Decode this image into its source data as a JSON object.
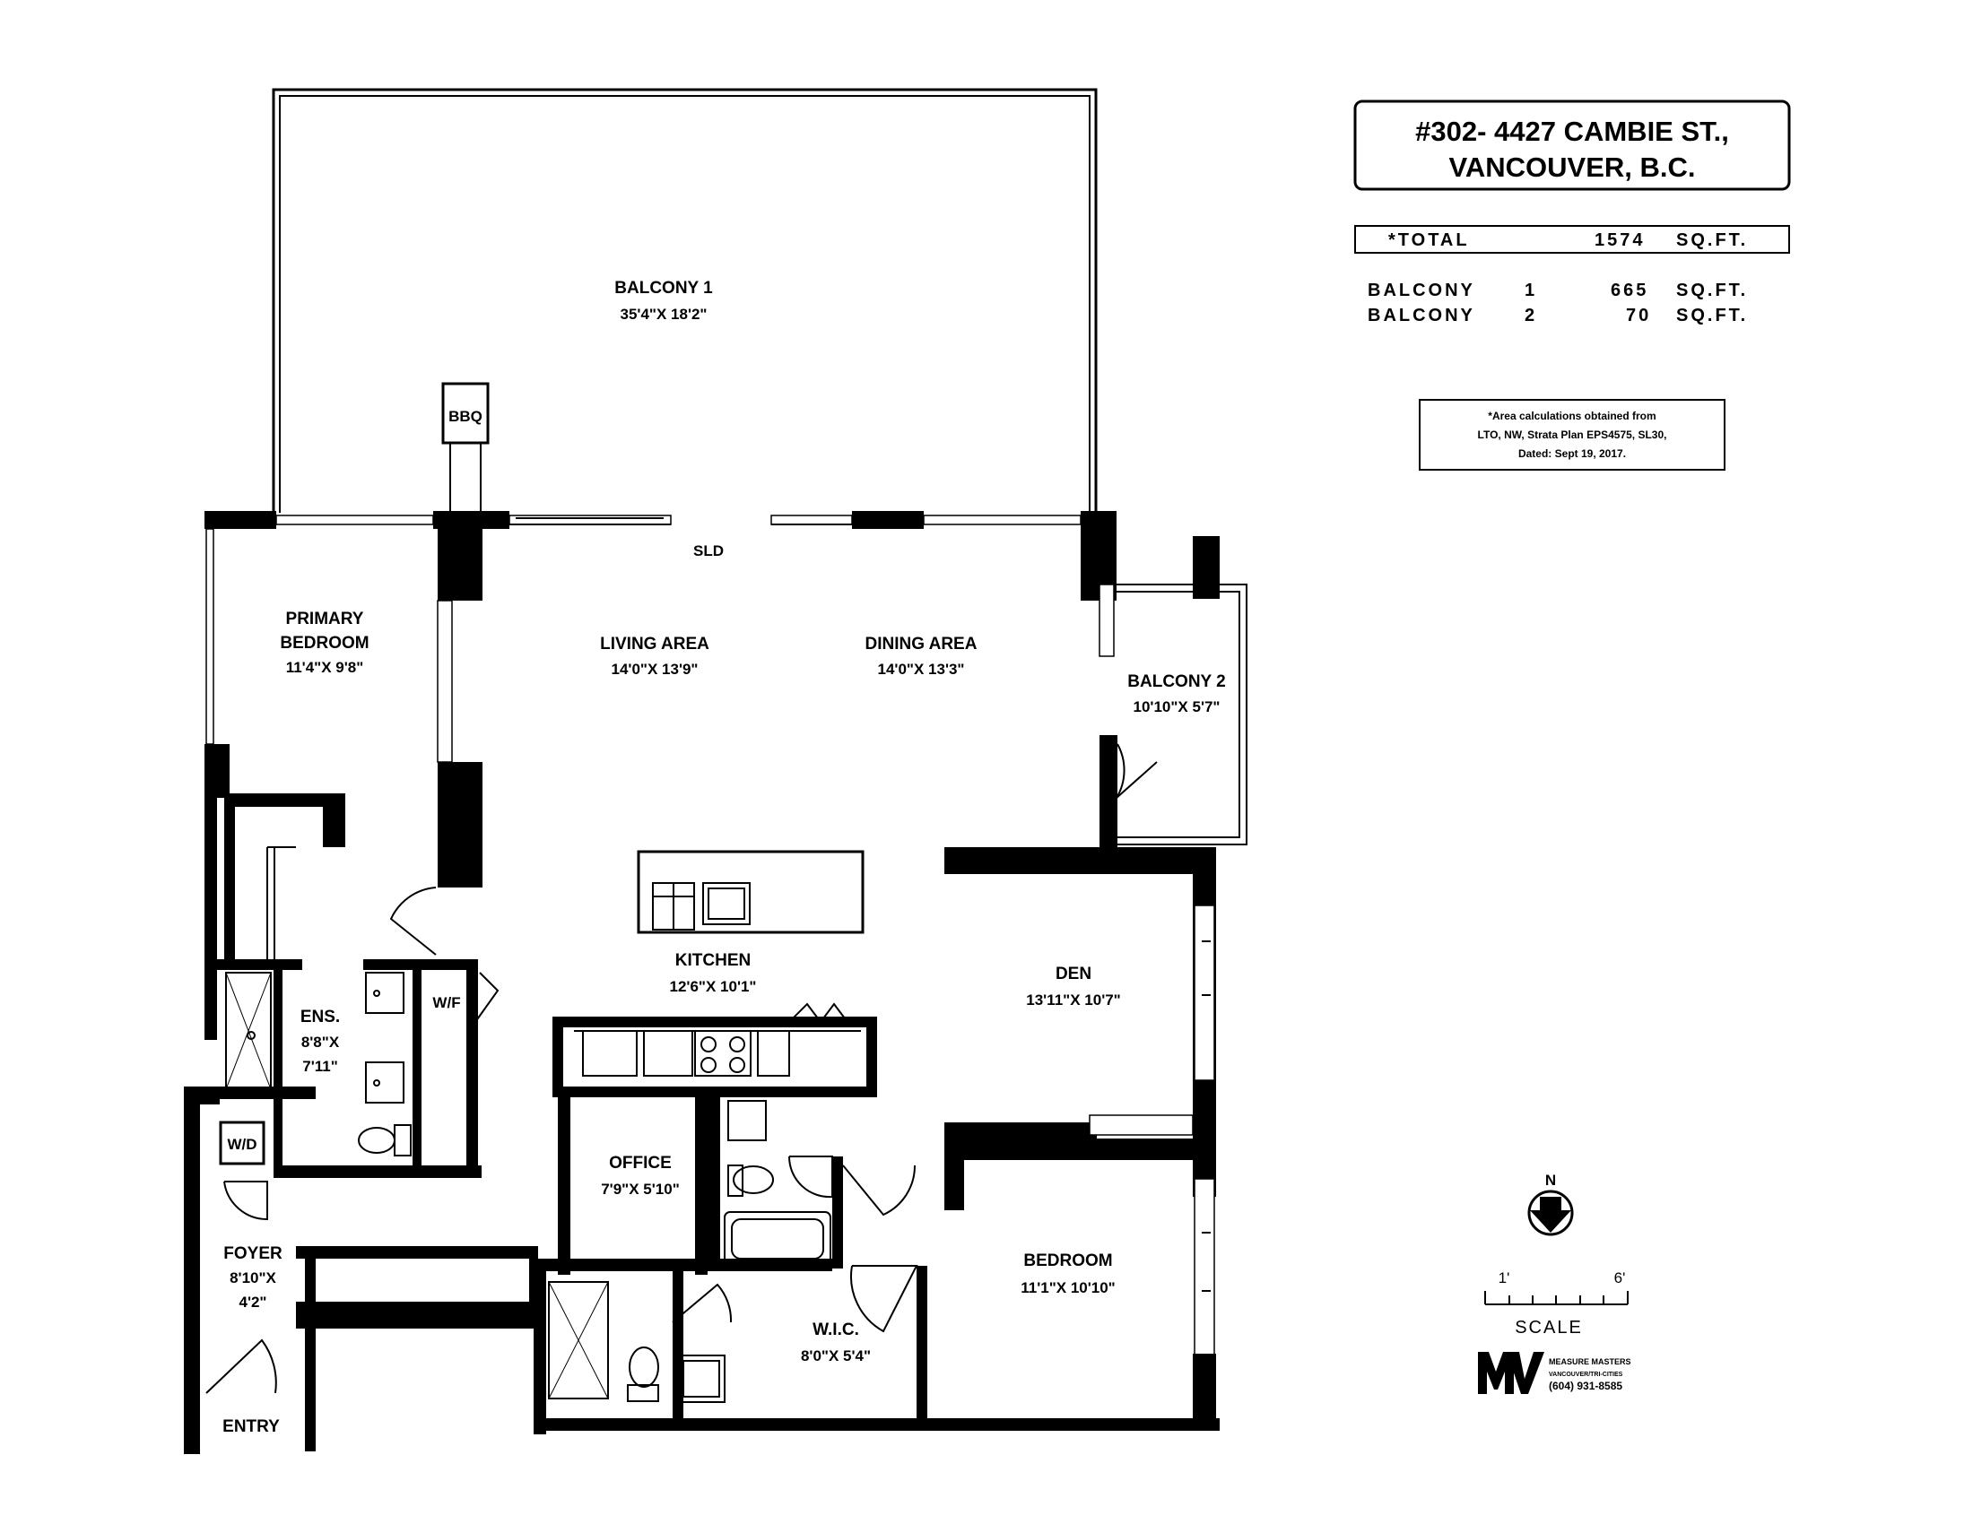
{
  "header": {
    "address_line1": "#302- 4427 CAMBIE ST.,",
    "address_line2": "VANCOUVER, B.C."
  },
  "areas": {
    "total": {
      "label": "*TOTAL",
      "value": "1574",
      "unit": "SQ.FT."
    },
    "balconies": [
      {
        "label": "BALCONY",
        "num": "1",
        "value": "665",
        "unit": "SQ.FT."
      },
      {
        "label": "BALCONY",
        "num": "2",
        "value": "70",
        "unit": "SQ.FT."
      }
    ]
  },
  "note": {
    "line1": "*Area calculations obtained from",
    "line2": "LTO, NW, Strata Plan EPS4575, SL30,",
    "line3": "Dated: Sept 19, 2017."
  },
  "rooms": {
    "balcony1": {
      "name": "BALCONY 1",
      "dims": "35'4\"X 18'2\""
    },
    "primary_bedroom": {
      "name1": "PRIMARY",
      "name2": "BEDROOM",
      "dims": "11'4\"X 9'8\""
    },
    "living": {
      "name": "LIVING AREA",
      "dims": "14'0\"X 13'9\""
    },
    "dining": {
      "name": "DINING AREA",
      "dims": "14'0\"X 13'3\""
    },
    "balcony2": {
      "name": "BALCONY 2",
      "dims": "10'10\"X 5'7\""
    },
    "kitchen": {
      "name": "KITCHEN",
      "dims": "12'6\"X 10'1\""
    },
    "den": {
      "name": "DEN",
      "dims": "13'11\"X 10'7\""
    },
    "ensuite": {
      "name": "ENS.",
      "dims1": "8'8\"X",
      "dims2": "7'11\""
    },
    "office": {
      "name": "OFFICE",
      "dims": "7'9\"X 5'10\""
    },
    "foyer": {
      "name": "FOYER",
      "dims1": "8'10\"X",
      "dims2": "4'2\""
    },
    "bedroom": {
      "name": "BEDROOM",
      "dims": "11'1\"X 10'10\""
    },
    "wic": {
      "name": "W.I.C.",
      "dims": "8'0\"X 5'4\""
    }
  },
  "labels": {
    "bbq": "BBQ",
    "sld": "SLD",
    "wf": "W/F",
    "wd": "W/D",
    "entry": "ENTRY"
  },
  "compass": {
    "label": "N"
  },
  "scale_bar": {
    "start": "1'",
    "end": "6'",
    "label": "SCALE"
  },
  "logo": {
    "name": "MEASURE MASTERS",
    "tagline": "VANCOUVER/TRI-CITIES",
    "phone": "(604) 931-8585"
  }
}
